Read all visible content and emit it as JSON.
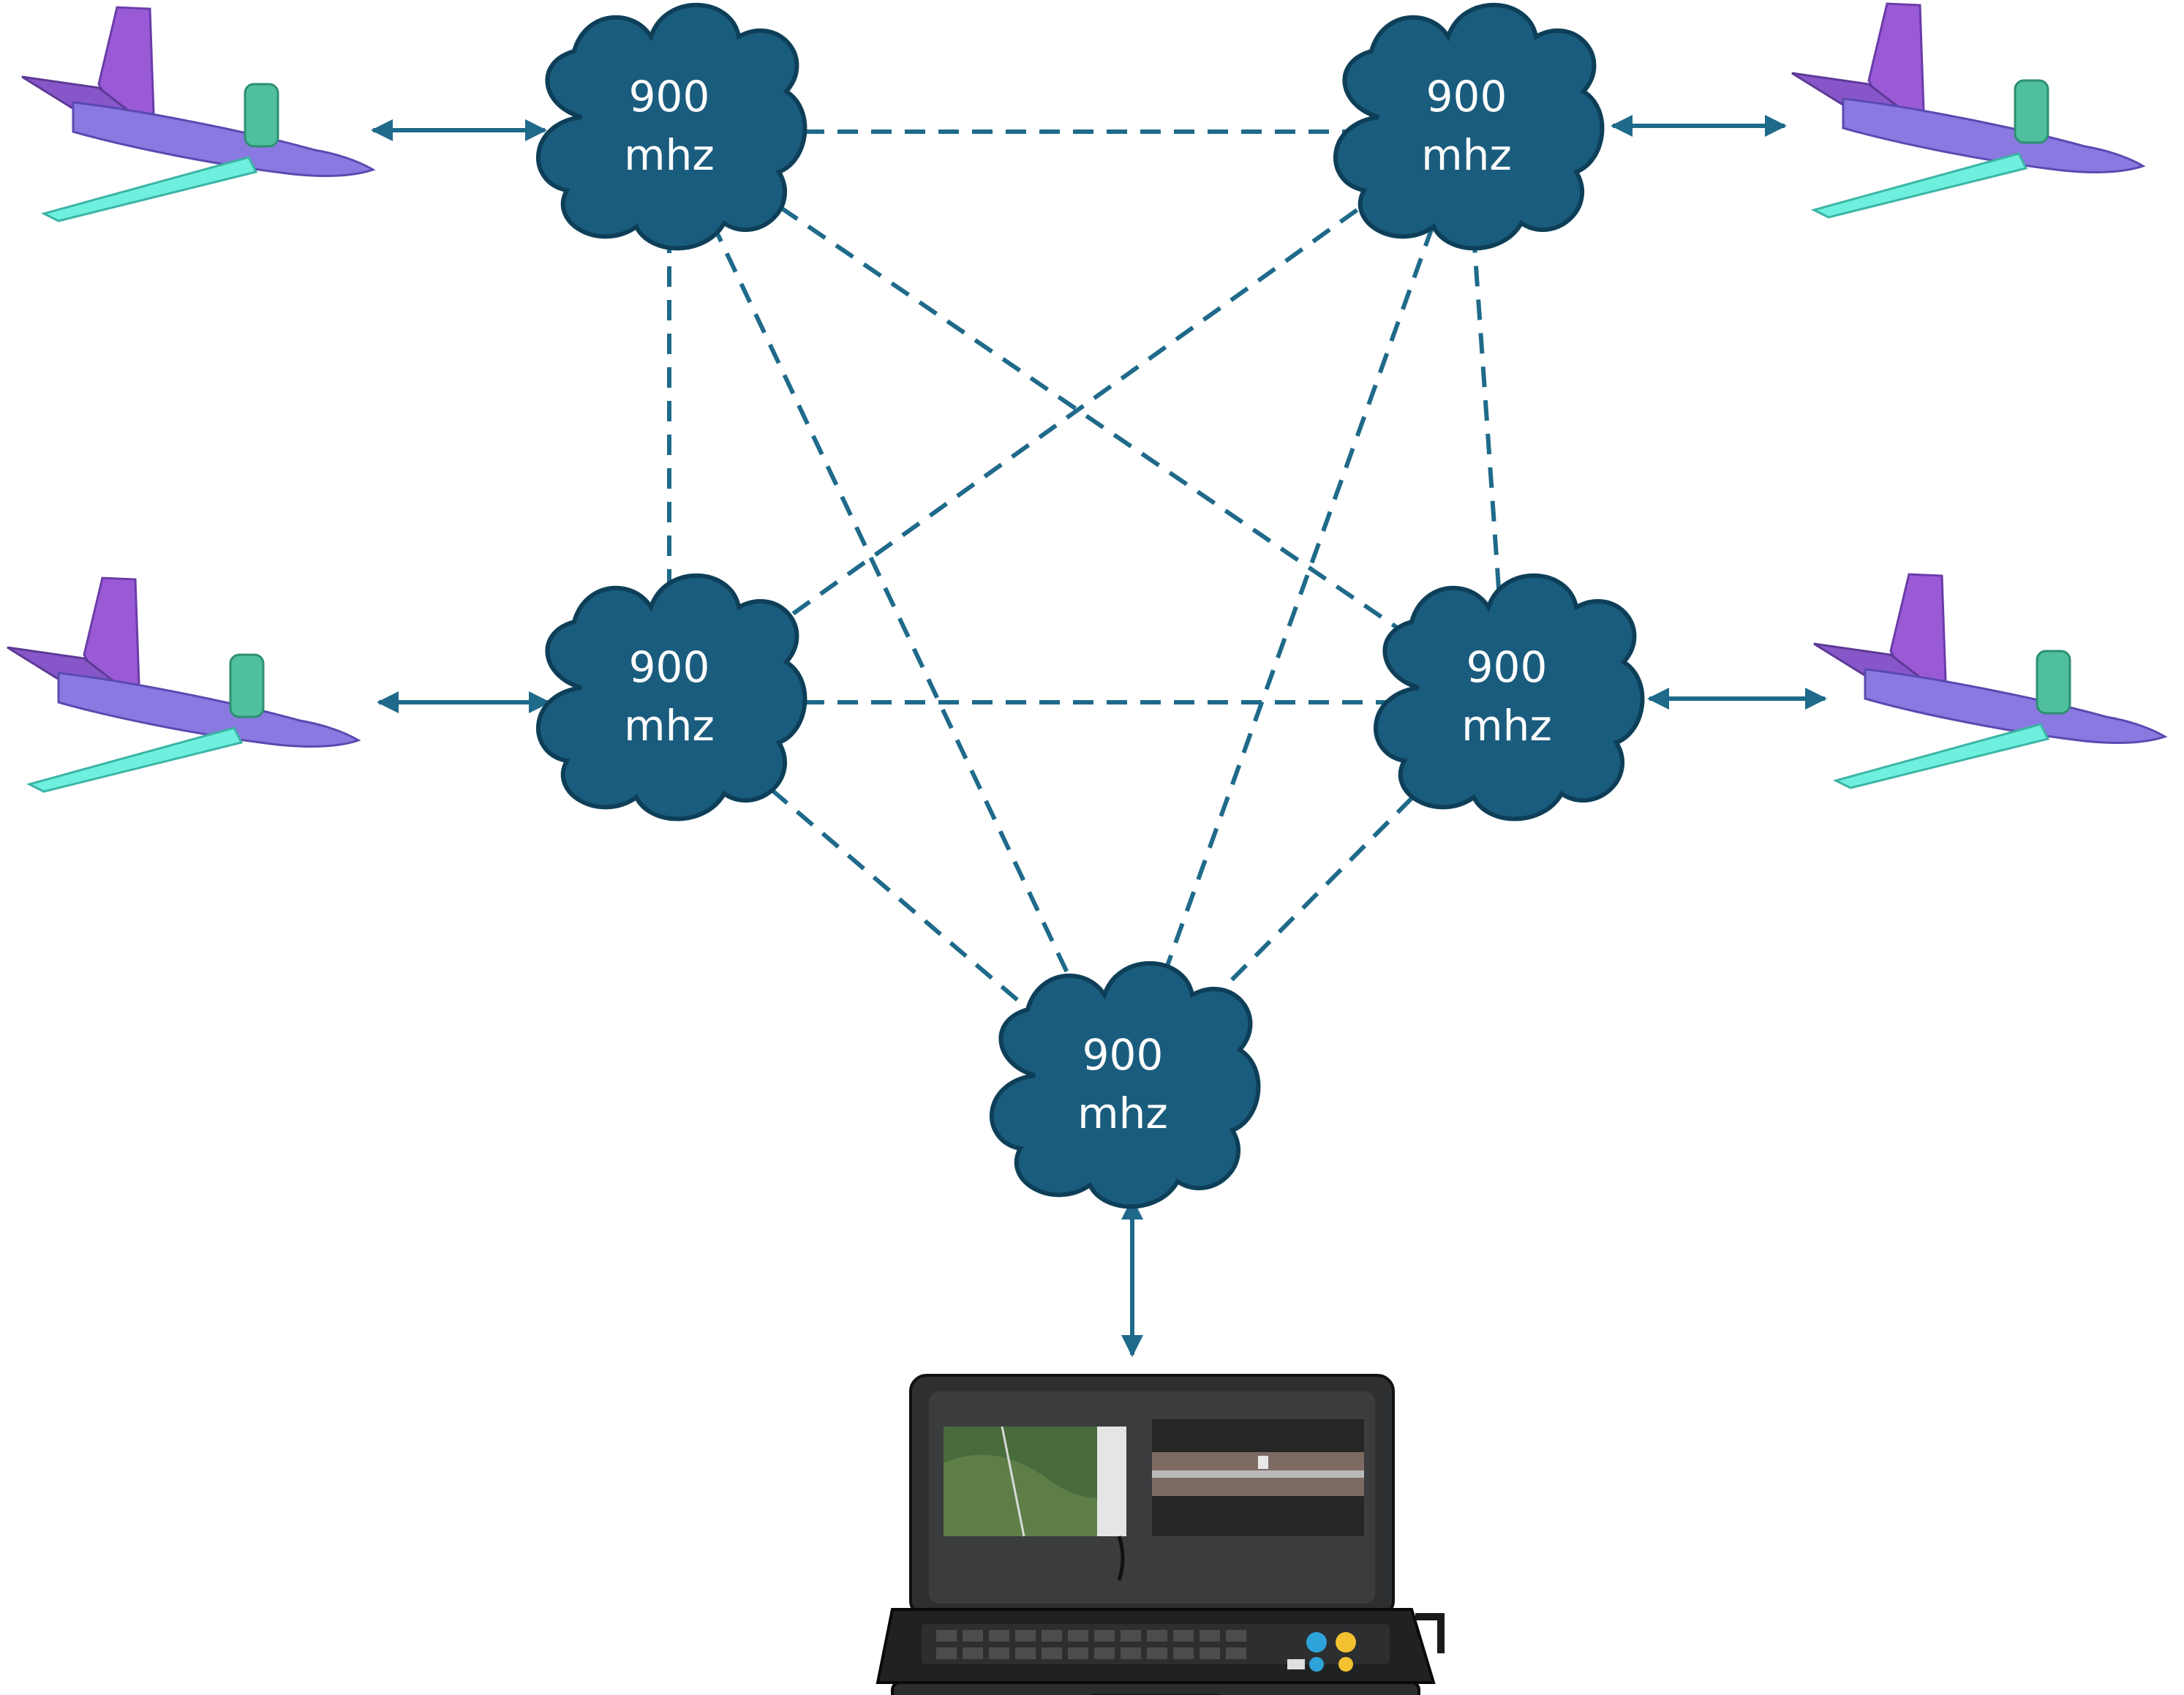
{
  "colors": {
    "cloud_fill": "#1a5c7d",
    "cloud_stroke": "#0e3f58",
    "link": "#1f6a8a",
    "fuselage": "#8a79e0",
    "tail": "#9a5ad6",
    "wing": "#6ff0df",
    "engine": "#4fbf9e"
  },
  "nodes": [
    {
      "id": "top-left",
      "line1": "900",
      "line2": "mhz"
    },
    {
      "id": "top-right",
      "line1": "900",
      "line2": "mhz"
    },
    {
      "id": "mid-left",
      "line1": "900",
      "line2": "mhz"
    },
    {
      "id": "mid-right",
      "line1": "900",
      "line2": "mhz"
    },
    {
      "id": "bottom",
      "line1": "900",
      "line2": "mhz"
    }
  ],
  "mesh_links": [
    [
      "top-left",
      "top-right"
    ],
    [
      "top-left",
      "mid-left"
    ],
    [
      "top-left",
      "mid-right"
    ],
    [
      "top-left",
      "bottom"
    ],
    [
      "top-right",
      "mid-right"
    ],
    [
      "top-right",
      "mid-left"
    ],
    [
      "top-right",
      "bottom"
    ],
    [
      "mid-left",
      "mid-right"
    ],
    [
      "mid-left",
      "bottom"
    ],
    [
      "mid-right",
      "bottom"
    ]
  ],
  "endpoints": [
    {
      "id": "drone-top-left",
      "type": "drone-icon",
      "node": "top-left"
    },
    {
      "id": "drone-top-right",
      "type": "drone-icon",
      "node": "top-right"
    },
    {
      "id": "drone-mid-left",
      "type": "drone-icon",
      "node": "mid-left"
    },
    {
      "id": "drone-mid-right",
      "type": "drone-icon",
      "node": "mid-right"
    },
    {
      "id": "ground-control-station",
      "type": "laptop-icon",
      "node": "bottom"
    }
  ]
}
